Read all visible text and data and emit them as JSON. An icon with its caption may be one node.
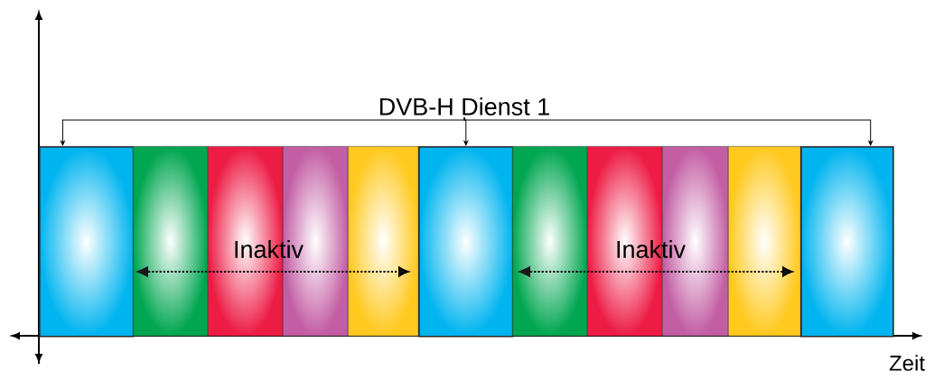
{
  "diagram": {
    "nodes": [
      {
        "text": [
          "DVB-H Dienst 1"
        ]
      },
      {
        "text": [],
        "shape": "box"
      },
      {
        "text": [],
        "shape": "box"
      },
      {
        "text": [],
        "shape": "box"
      },
      {
        "text": [],
        "shape": "box"
      },
      {
        "text": [],
        "shape": "box"
      },
      {
        "text": [],
        "shape": "box"
      },
      {
        "text": [],
        "shape": "box"
      },
      {
        "text": [],
        "shape": "box"
      },
      {
        "text": [],
        "shape": "box"
      },
      {
        "text": [],
        "shape": "box"
      },
      {
        "text": [],
        "shape": "box"
      }
    ],
    "edges": [
      {
        "from": 0,
        "to": 1,
        "arrow": "to"
      },
      {
        "from": 0,
        "to": 6,
        "arrow": "to"
      },
      {
        "from": 0,
        "to": 11,
        "arrow": "to"
      }
    ],
    "labels": [
      "Inaktiv",
      "Inaktiv",
      "Zeit"
    ]
  }
}
